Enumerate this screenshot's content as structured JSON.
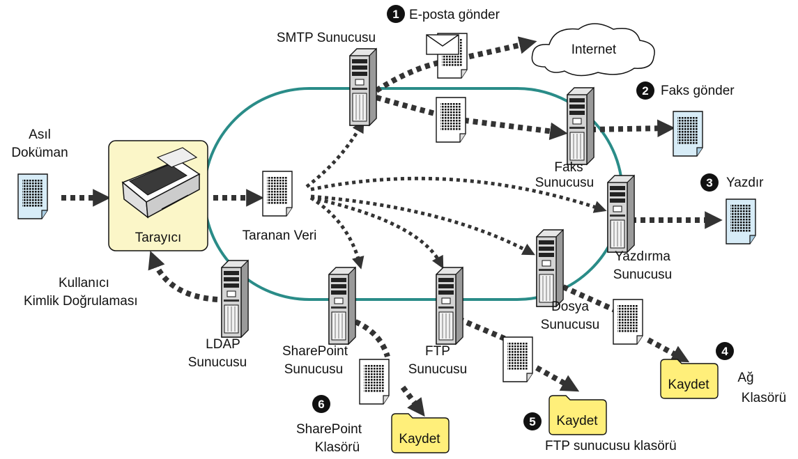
{
  "labels": {
    "original_doc_line1": "Asıl",
    "original_doc_line2": "Doküman",
    "scanner": "Tarayıcı",
    "scanned_data": "Taranan Veri",
    "user_auth_line1": "Kullanıcı",
    "user_auth_line2": "Kimlik Doğrulaması",
    "smtp_server": "SMTP Sunucusu",
    "internet": "Internet",
    "fax_server_line1": "Faks",
    "fax_server_line2": "Sunucusu",
    "print_server_line1": "Yazdırma",
    "print_server_line2": "Sunucusu",
    "file_server_line1": "Dosya",
    "file_server_line2": "Sunucusu",
    "ftp_server_line1": "FTP",
    "ftp_server_line2": "Sunucusu",
    "sharepoint_server_line1": "SharePoint",
    "sharepoint_server_line2": "Sunucusu",
    "ldap_server_line1": "LDAP",
    "ldap_server_line2": "Sunucusu"
  },
  "steps": [
    {
      "number": "1",
      "label": "E-posta gönder"
    },
    {
      "number": "2",
      "label": "Faks gönder"
    },
    {
      "number": "3",
      "label": "Yazdır"
    },
    {
      "number": "4",
      "label_line1": "Ağ",
      "label_line2": "Klasörü"
    },
    {
      "number": "5",
      "label": "FTP sunucusu klasörü"
    },
    {
      "number": "6",
      "label_line1": "SharePoint",
      "label_line2": "Klasörü"
    }
  ],
  "save_label": "Kaydet",
  "colors": {
    "network_ring": "#2a8c88",
    "scanner_box": "#fbf6c8",
    "paper_blue": "#d7ecf7",
    "folder_yellow": "#ffef7a",
    "arrow": "#333333"
  }
}
